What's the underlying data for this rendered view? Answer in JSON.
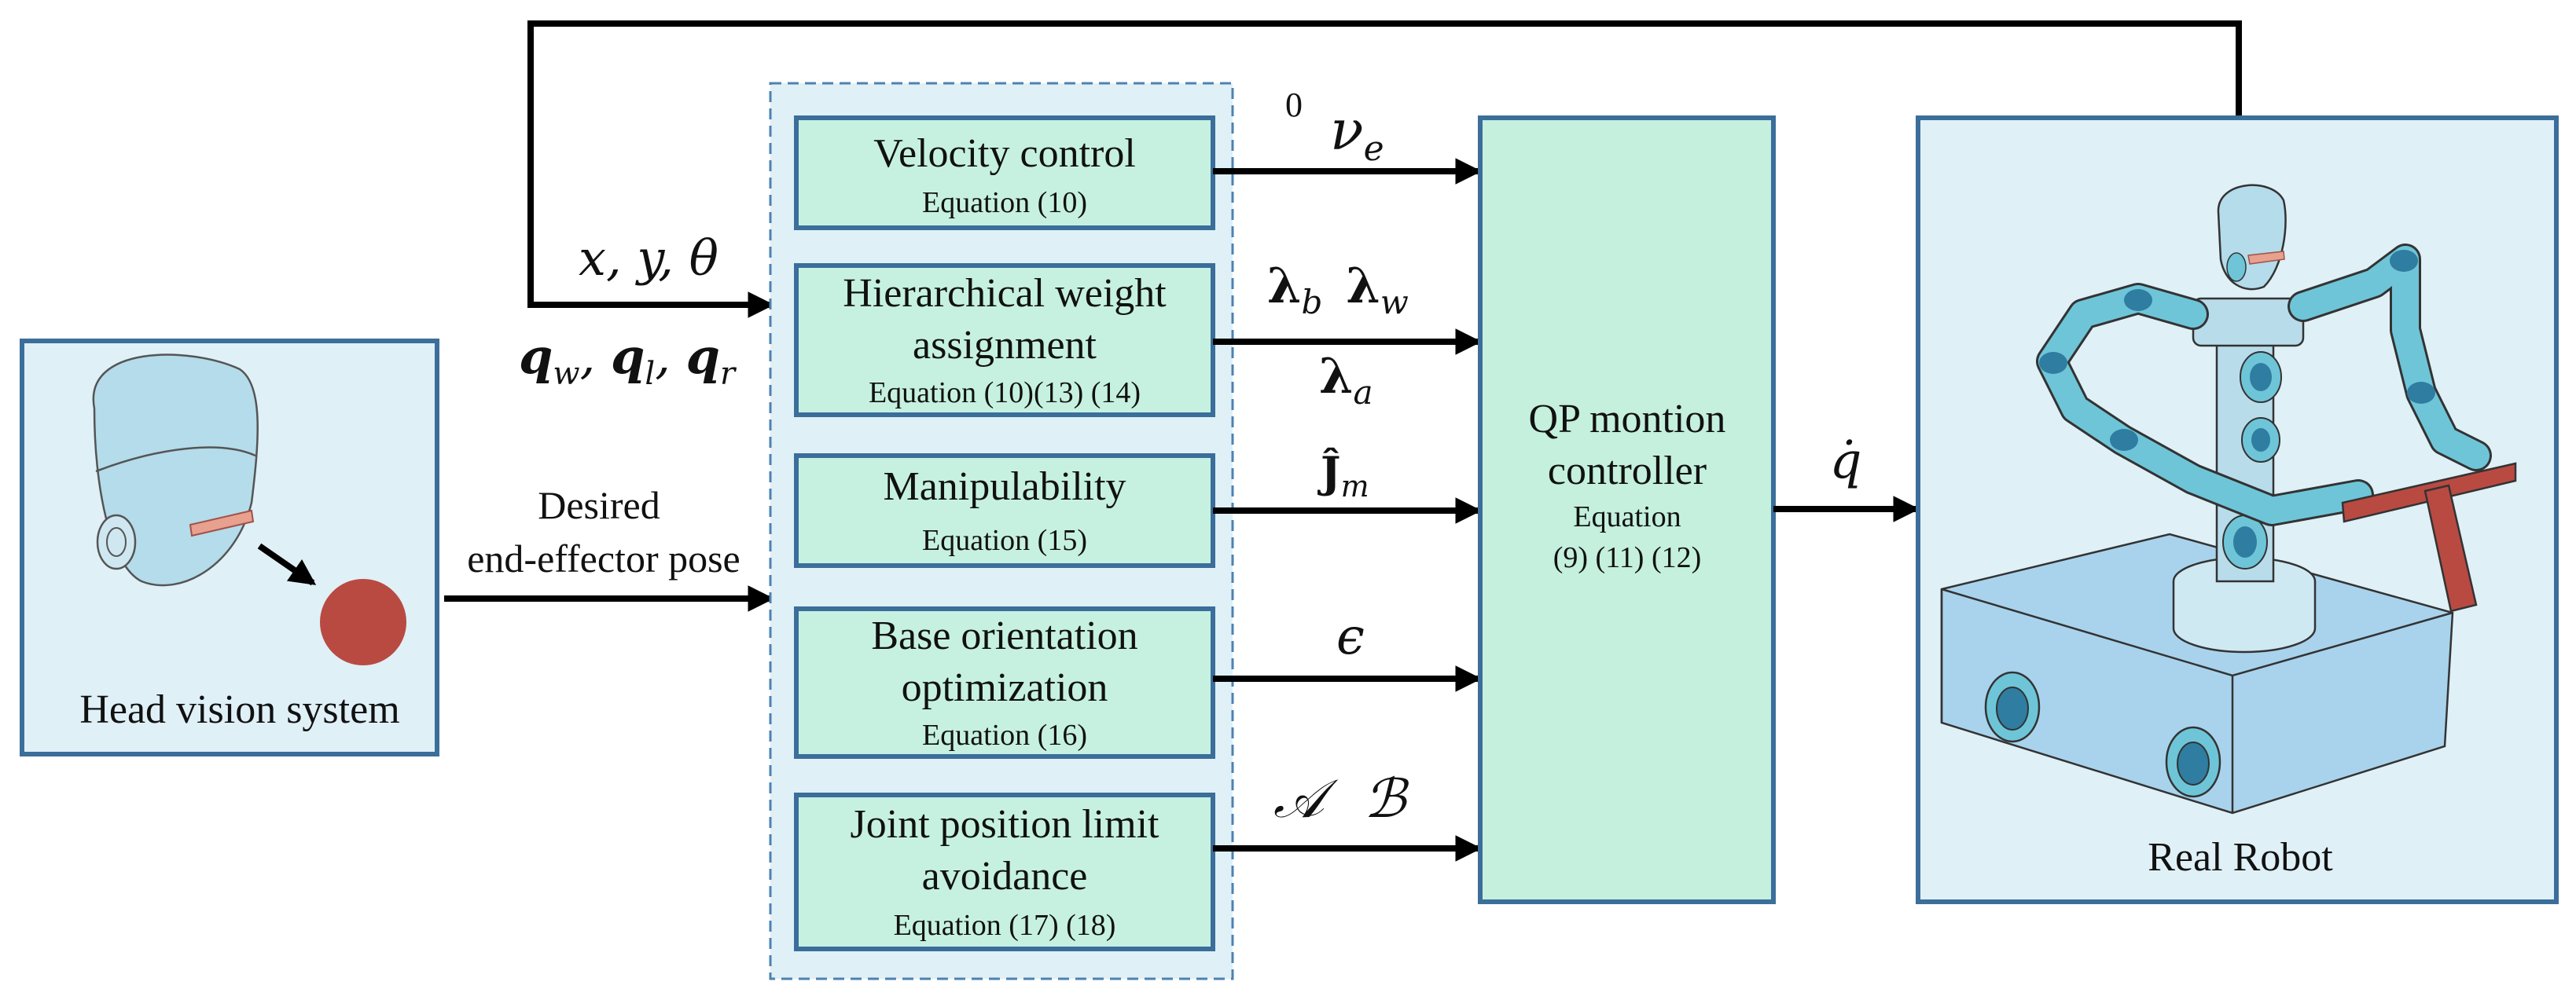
{
  "head": {
    "caption": "Head vision system"
  },
  "feedback": {
    "label": "x, y, θ"
  },
  "joints_label": {
    "q_w": "q",
    "sub_w": "w",
    "q_l": "q",
    "sub_l": "l",
    "q_r": "q",
    "sub_r": "r"
  },
  "pose": {
    "line1": "Desired",
    "line2": "end-effector pose"
  },
  "modules": [
    {
      "title1": "Velocity control",
      "title2": "",
      "eq": "Equation (10)"
    },
    {
      "title1": "Hierarchical weight",
      "title2": "assignment",
      "eq": "Equation (10)(13) (14)"
    },
    {
      "title1": "Manipulability",
      "title2": "",
      "eq": "Equation (15)"
    },
    {
      "title1": "Base orientation",
      "title2": "optimization",
      "eq": "Equation (16)"
    },
    {
      "title1": "Joint position limit",
      "title2": "avoidance",
      "eq": "Equation (17) (18)"
    }
  ],
  "signals": {
    "nu_pre": "0",
    "nu": "ν",
    "nu_sub": "e",
    "lam": "λ",
    "lam_b": "b",
    "lam_w": "w",
    "lam_a": "a",
    "jhat": "Ĵ",
    "jhat_sub": "m",
    "eps": "ϵ",
    "A": "𝒜",
    "B": "ℬ",
    "qdot": "q̇"
  },
  "qp": {
    "line1": "QP montion",
    "line2": "controller",
    "eq1": "Equation",
    "eq2": "(9) (11) (12)"
  },
  "robot": {
    "caption": "Real Robot"
  },
  "colors": {
    "box_border": "#3b6e9a",
    "panel_fill": "#dff0f7",
    "module_fill": "#c6f1e1",
    "qp_fill": "#c4f0dd",
    "arrow": "#000000",
    "red_ball": "#b94a42",
    "robot_teal": "#6ec5d8",
    "robot_dark": "#2f7da1",
    "robot_base": "#a9d3ec",
    "head_fill": "#b4dcea"
  }
}
